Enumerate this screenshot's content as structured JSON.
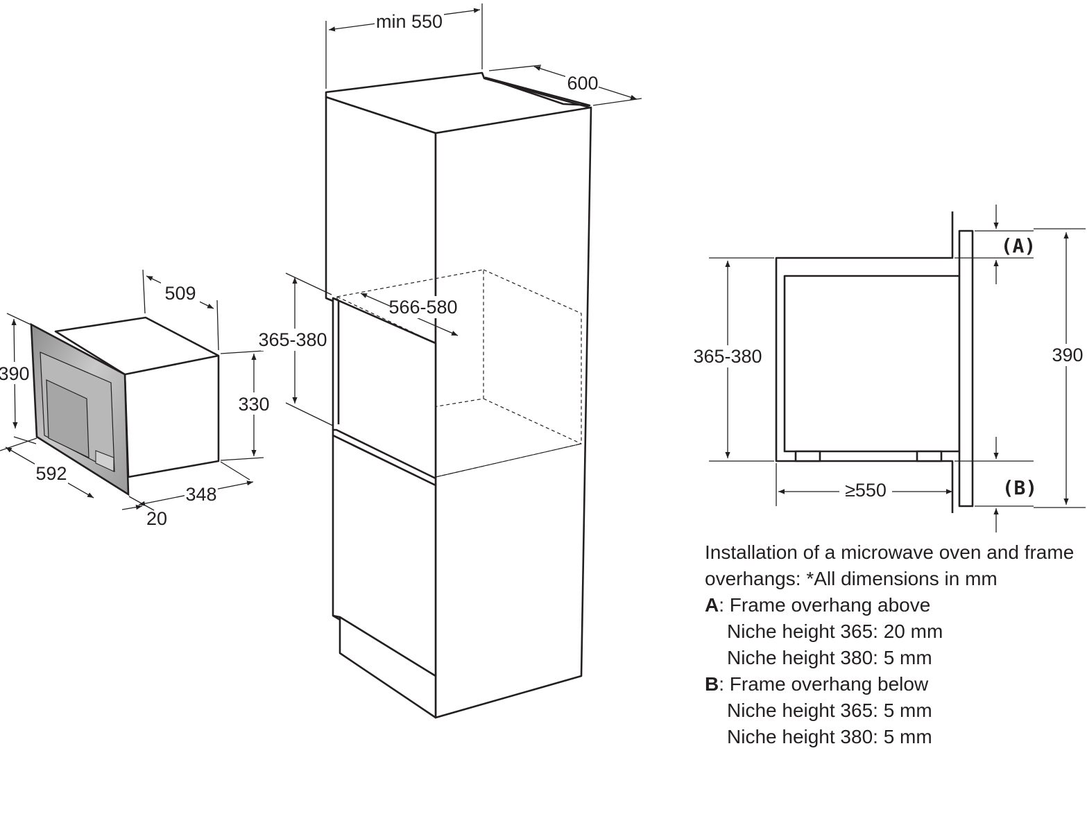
{
  "microwave": {
    "dims": {
      "height_front": "390",
      "depth_top": "509",
      "height_body": "330",
      "width_front": "592",
      "depth_body": "348",
      "frame": "20"
    }
  },
  "cabinet": {
    "dims": {
      "min_width": "min 550",
      "depth": "600",
      "niche_depth": "566-580",
      "niche_height": "365-380"
    }
  },
  "section": {
    "dims": {
      "niche_height": "365-380",
      "total_height": "390",
      "depth": "≥550"
    },
    "labels": {
      "a": "(A)",
      "b": "(B)"
    }
  },
  "notes": {
    "intro_line1": "Installation of a microwave oven and frame",
    "intro_line2": "overhangs: *All dimensions in mm",
    "a_key": "A",
    "a_title": ": Frame overhang above",
    "a_line1": "Niche height 365: 20 mm",
    "a_line2": "Niche height 380: 5 mm",
    "b_key": "B",
    "b_title": ": Frame overhang below",
    "b_line1": "Niche height 365: 5 mm",
    "b_line2": "Niche height 380: 5 mm"
  }
}
